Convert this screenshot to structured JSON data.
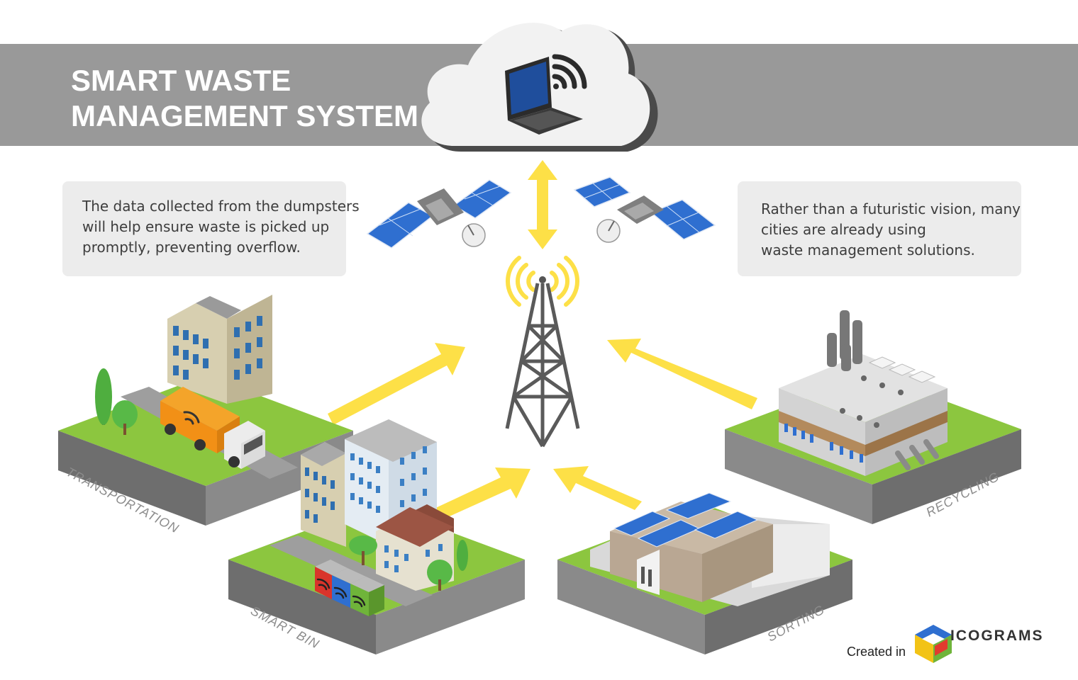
{
  "header": {
    "title_line1": "SMART WASTE",
    "title_line2": "MANAGEMENT SYSTEM"
  },
  "info_left": {
    "lines": [
      "The data collected from the dumpsters",
      "will help ensure waste is picked up",
      "promptly, preventing overflow."
    ]
  },
  "info_right": {
    "lines": [
      "Rather than a futuristic vision, many",
      "cities are already using",
      "waste management solutions."
    ]
  },
  "nodes": {
    "transportation": "TRANSPORTATION",
    "smart_bin": "SMART BIN",
    "sorting": "SORTING",
    "recycling": "RECYCLING"
  },
  "credit": {
    "created_in": "Created in",
    "brand": "ICOGRAMS"
  },
  "colors": {
    "header_band": "#999999",
    "grass": "#8cc63f",
    "arrow": "#fde047",
    "info_box": "#ececec",
    "tile_side": "#7b7b7b"
  },
  "icons": [
    "cloud-icon",
    "laptop-icon",
    "wifi-signal-icon",
    "satellite-icon",
    "cell-tower-icon",
    "garbage-truck-icon",
    "office-building-icon",
    "smart-bin-icon",
    "sorting-facility-icon",
    "recycling-factory-icon",
    "icograms-logo-icon"
  ]
}
